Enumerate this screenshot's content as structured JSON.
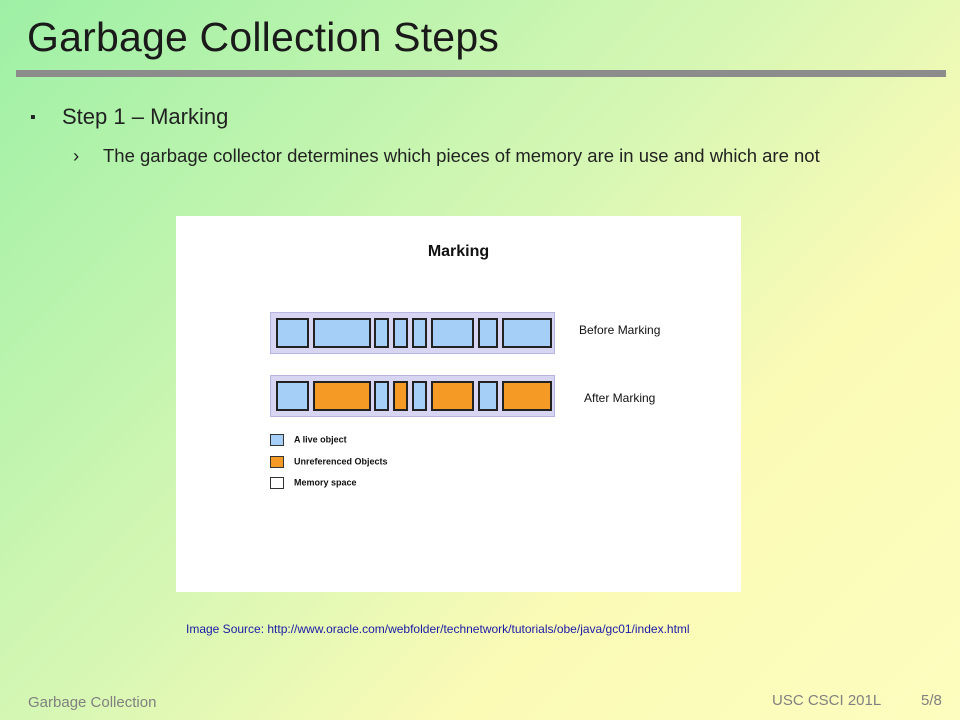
{
  "slide": {
    "title": "Garbage Collection Steps",
    "bullet_1": {
      "marker": "▪",
      "text": "Step 1 – Marking"
    },
    "bullet_2": {
      "marker": "›",
      "text": "The garbage collector determines which pieces of memory are in use and which are not"
    },
    "source": "Image Source: http://www.oracle.com/webfolder/technetwork/tutorials/obe/java/gc01/index.html"
  },
  "figure": {
    "title": "Marking",
    "before_label": "Before Marking",
    "after_label": "After Marking",
    "legend": [
      {
        "label": "A live object",
        "kind": "live"
      },
      {
        "label": "Unreferenced Objects",
        "kind": "unref"
      },
      {
        "label": "Memory space",
        "kind": "space"
      }
    ],
    "colors": {
      "live": "#a6cff8",
      "unref": "#f49a25",
      "bar_bg": "#d7d5f1"
    },
    "before_cells": [
      "live",
      "live",
      "live",
      "live",
      "live",
      "live",
      "live",
      "live"
    ],
    "after_cells": [
      "live",
      "unref",
      "live",
      "unref",
      "live",
      "unref",
      "live",
      "unref"
    ]
  },
  "footer": {
    "topic": "Garbage Collection",
    "course": "USC CSCI 201L",
    "page": "5/8"
  }
}
